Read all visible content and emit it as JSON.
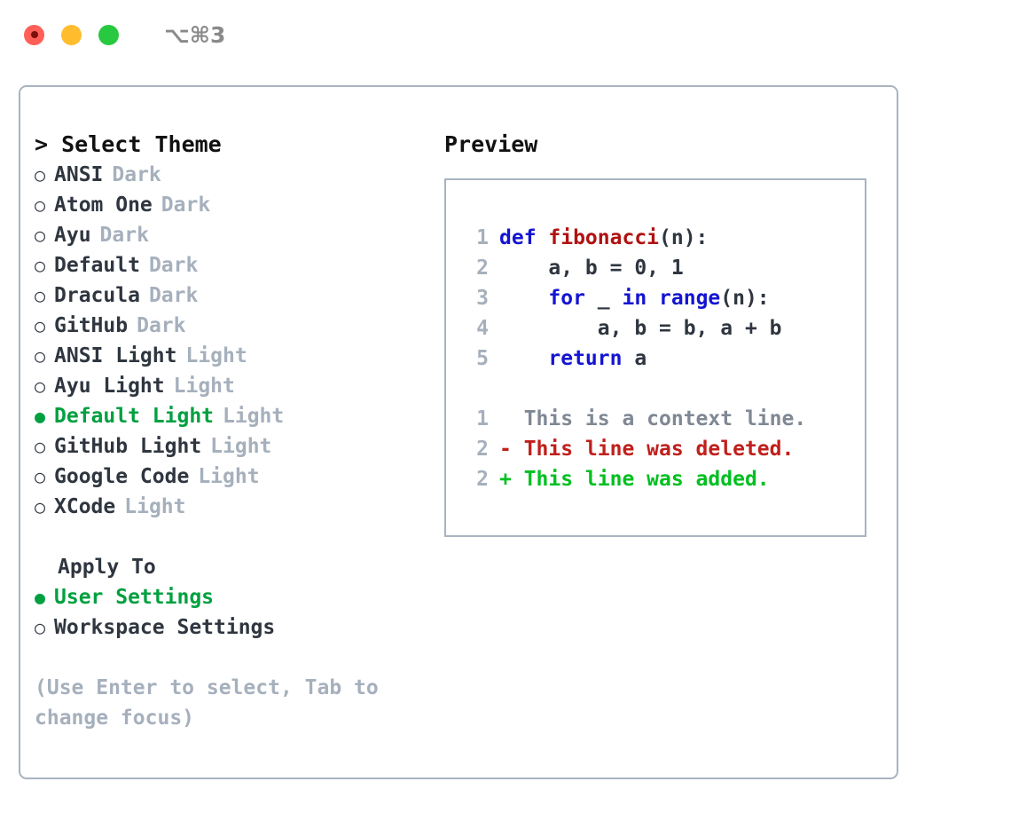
{
  "window": {
    "title": "⌥⌘3",
    "traffic_lights": [
      {
        "name": "close",
        "color": "#ff5f57"
      },
      {
        "name": "minimize",
        "color": "#ffbd2e"
      },
      {
        "name": "maximize",
        "color": "#28c840"
      }
    ]
  },
  "accent": {
    "selected_green": "#00a040",
    "muted": "#a6b0bd",
    "text": "#2f3640",
    "border": "#a9b3c1"
  },
  "left": {
    "header_prompt": "> Select Theme",
    "themes": [
      {
        "bullet": "○",
        "name": "ANSI",
        "kind": "Dark",
        "selected": false
      },
      {
        "bullet": "○",
        "name": "Atom One",
        "kind": "Dark",
        "selected": false
      },
      {
        "bullet": "○",
        "name": "Ayu",
        "kind": "Dark",
        "selected": false
      },
      {
        "bullet": "○",
        "name": "Default",
        "kind": "Dark",
        "selected": false
      },
      {
        "bullet": "○",
        "name": "Dracula",
        "kind": "Dark",
        "selected": false
      },
      {
        "bullet": "○",
        "name": "GitHub",
        "kind": "Dark",
        "selected": false
      },
      {
        "bullet": "○",
        "name": "ANSI Light",
        "kind": "Light",
        "selected": false
      },
      {
        "bullet": "○",
        "name": "Ayu Light",
        "kind": "Light",
        "selected": false
      },
      {
        "bullet": "●",
        "name": "Default Light",
        "kind": "Light",
        "selected": true
      },
      {
        "bullet": "○",
        "name": "GitHub Light",
        "kind": "Light",
        "selected": false
      },
      {
        "bullet": "○",
        "name": "Google Code",
        "kind": "Light",
        "selected": false
      },
      {
        "bullet": "○",
        "name": "XCode",
        "kind": "Light",
        "selected": false
      }
    ],
    "apply_to_label": "Apply To",
    "apply_to_options": [
      {
        "bullet": "●",
        "label": "User Settings",
        "selected": true
      },
      {
        "bullet": "○",
        "label": "Workspace Settings",
        "selected": false
      }
    ],
    "hint": "(Use Enter to select, Tab to change focus)"
  },
  "right": {
    "preview_label": "Preview",
    "code_lines": [
      {
        "no": "1",
        "tokens": [
          {
            "t": "def ",
            "c": "kw"
          },
          {
            "t": "fibonacci",
            "c": "fn"
          },
          {
            "t": "(n):",
            "c": "plain"
          }
        ]
      },
      {
        "no": "2",
        "tokens": [
          {
            "t": "    a, b = 0, 1",
            "c": "plain"
          }
        ]
      },
      {
        "no": "3",
        "tokens": [
          {
            "t": "    ",
            "c": "plain"
          },
          {
            "t": "for",
            "c": "kw"
          },
          {
            "t": " _ ",
            "c": "plain"
          },
          {
            "t": "in range",
            "c": "kw"
          },
          {
            "t": "(n):",
            "c": "plain"
          }
        ]
      },
      {
        "no": "4",
        "tokens": [
          {
            "t": "        a, b = b, a + b",
            "c": "plain"
          }
        ]
      },
      {
        "no": "5",
        "tokens": [
          {
            "t": "    ",
            "c": "plain"
          },
          {
            "t": "return",
            "c": "kw"
          },
          {
            "t": " a",
            "c": "plain"
          }
        ]
      }
    ],
    "diff_lines": [
      {
        "no": "1",
        "marker": "  ",
        "text": "This is a context line.",
        "kind": "ctx"
      },
      {
        "no": "2",
        "marker": "- ",
        "text": "This line was deleted.",
        "kind": "del"
      },
      {
        "no": "2",
        "marker": "+ ",
        "text": "This line was added.",
        "kind": "add"
      }
    ]
  }
}
